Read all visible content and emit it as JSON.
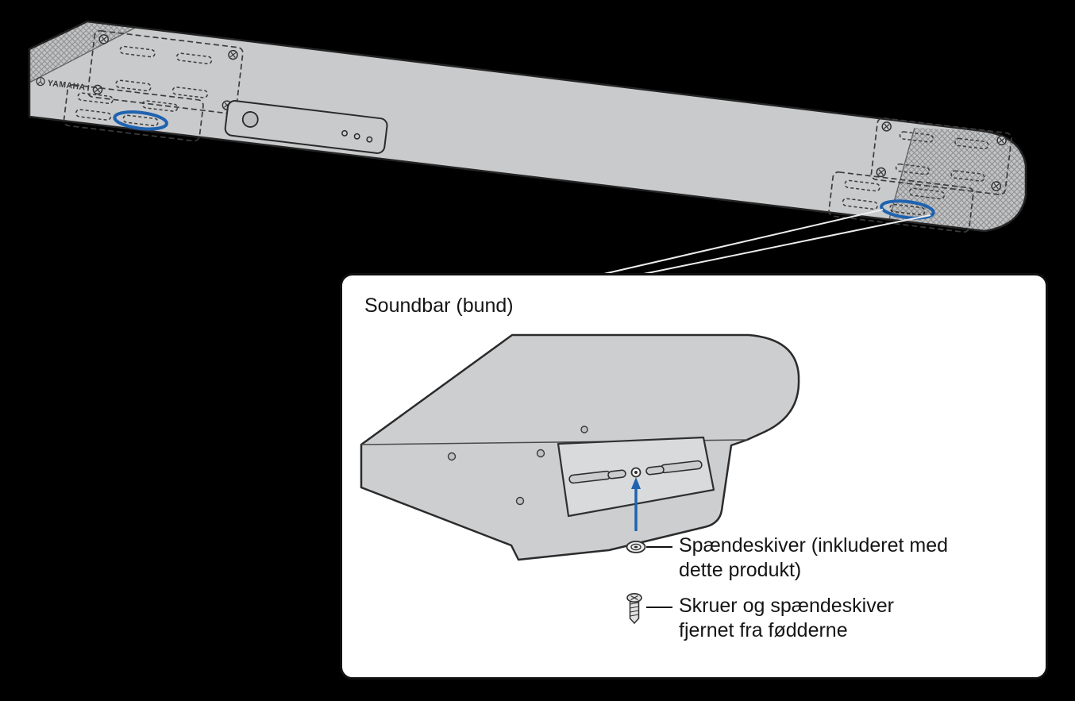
{
  "scene": {
    "background_color": "#000000",
    "body_color": "#c9cacb",
    "outline_color": "#242424",
    "highlight_color": "#1f63b0"
  },
  "soundbar": {
    "brand_label": "YAMAHA"
  },
  "callout": {
    "title": "Soundbar (bund)",
    "washer_label": "Spændeskiver (inkluderet med\ndette produkt)",
    "screw_label": "Skruer og spændeskiver\nfjernet fra fødderne"
  }
}
